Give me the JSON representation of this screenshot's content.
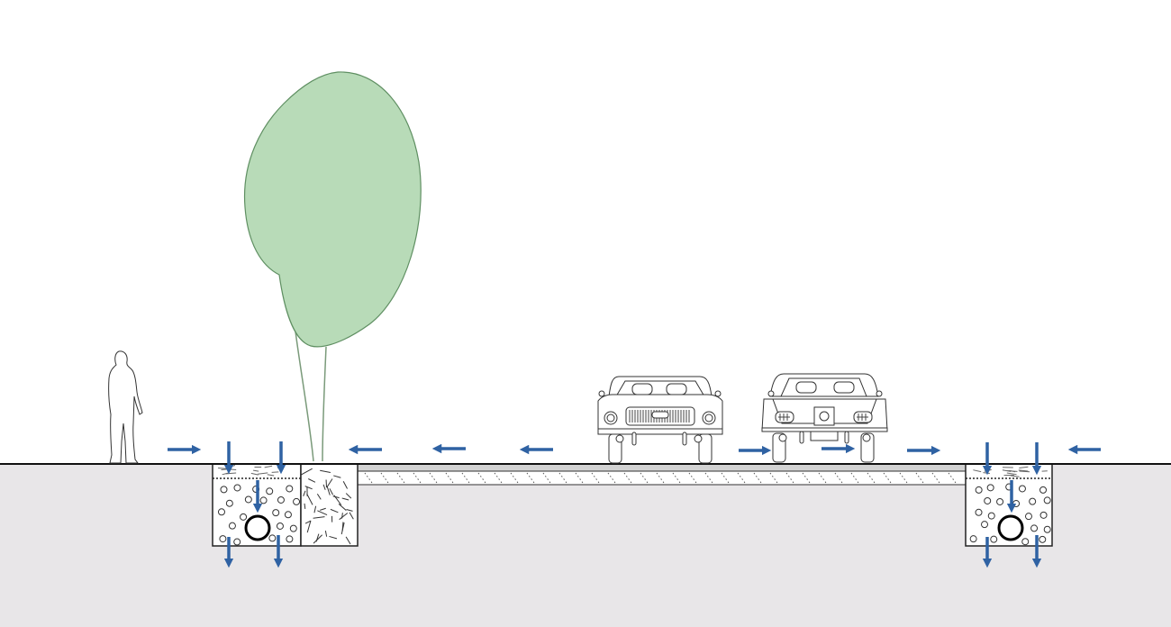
{
  "colors": {
    "sky": "#ffffff",
    "soil": "#e8e6e8",
    "arrow": "#2f62a3",
    "tree_fill": "#b8dbb8",
    "tree_stroke": "#5f8f62",
    "line": "#1a1a1a",
    "pavement_top": "#d2d2d2"
  },
  "flow": {
    "surface_arrows": [
      "right",
      "left",
      "left",
      "left",
      "left",
      "right",
      "right",
      "right",
      "left"
    ],
    "infiltration_arrows": "down"
  }
}
